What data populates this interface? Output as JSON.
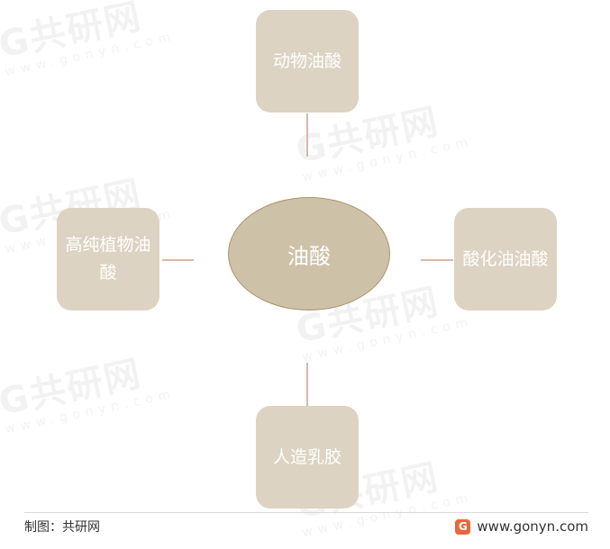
{
  "center_label": "油酸",
  "boxes": {
    "top": "动物油酸",
    "left": "高纯植物油酸",
    "right": "酸化油油酸",
    "bottom": "人造乳胶"
  },
  "footer": {
    "credit": "制图：共研网",
    "site_url": "www.gonyn.com",
    "site_logo_glyph": "G"
  },
  "watermark": {
    "logo": "G共研网",
    "url": "www.gonyn.com"
  },
  "colors": {
    "box_fill": "#ddd3c2",
    "center_fill": "#cdc2a8",
    "center_stroke": "#a8936b",
    "connector": "#d8b8a8",
    "brand_orange": "#e8683b"
  }
}
